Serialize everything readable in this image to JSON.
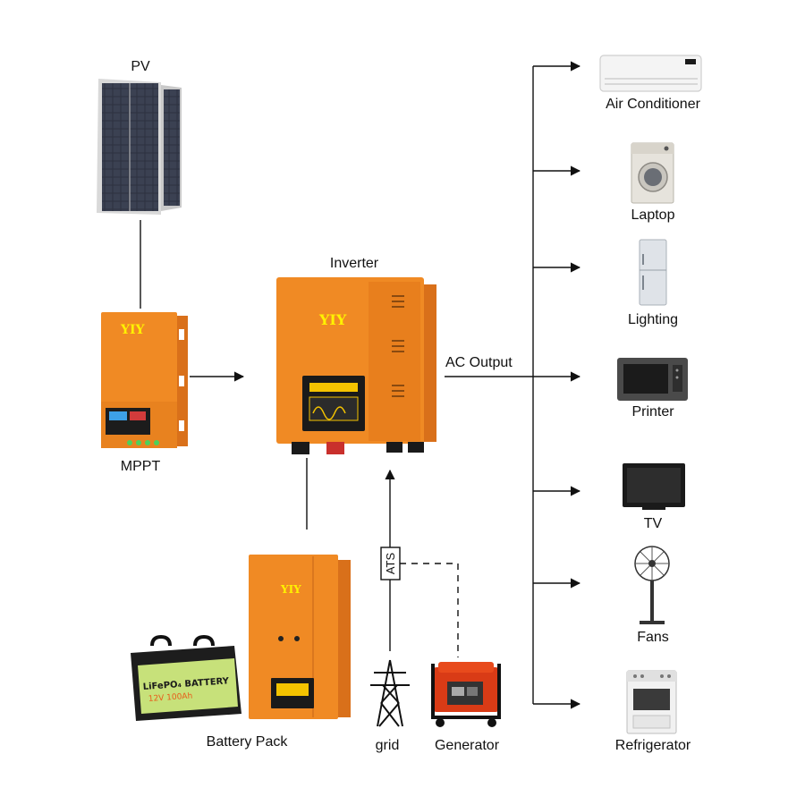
{
  "labels": {
    "pv": "PV",
    "inverter": "Inverter",
    "mppt": "MPPT",
    "ac_output": "AC Output",
    "battery_pack": "Battery Pack",
    "grid": "grid",
    "generator": "Generator",
    "ats": "ATS"
  },
  "brand": "YIY",
  "battery_text": {
    "line1": "LiFePO₄ BATTERY",
    "line2": "12V 100Ah"
  },
  "loads": [
    {
      "label": "Air Conditioner",
      "icon": "air-conditioner-icon"
    },
    {
      "label": "Laptop",
      "icon": "washing-machine-icon"
    },
    {
      "label": "Lighting",
      "icon": "refrigerator-tall-icon"
    },
    {
      "label": "Printer",
      "icon": "microwave-icon"
    },
    {
      "label": "TV",
      "icon": "tv-icon"
    },
    {
      "label": "Fans",
      "icon": "fan-icon"
    },
    {
      "label": "Refrigerator",
      "icon": "oven-icon"
    }
  ],
  "colors": {
    "device_orange": "#f08a24",
    "device_dark": "#2a2a2a",
    "line": "#111111",
    "brand_yellow": "#fff200"
  }
}
